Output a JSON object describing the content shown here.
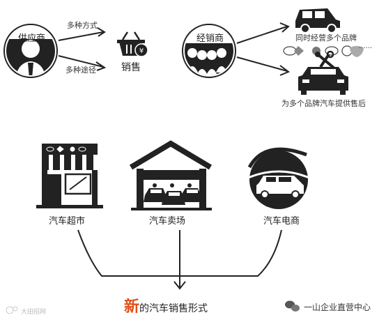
{
  "supplier": {
    "label": "供应商",
    "arrow_top_label": "多种方式",
    "arrow_bottom_label": "多种途径",
    "sales_label": "销售"
  },
  "dealer": {
    "label": "经销商",
    "brands_label": "同时经营多个品牌",
    "after_sales_label": "为多个品牌汽车提供售后",
    "ellipsis": "······"
  },
  "channels": [
    {
      "label": "汽车超市"
    },
    {
      "label": "汽车卖场"
    },
    {
      "label": "汽车电商"
    }
  ],
  "footer": {
    "highlight": "新",
    "rest": "的汽车销售形式",
    "highlight_color": "#e0501b"
  },
  "watermarks": {
    "left": "大田招网",
    "right": "一山企业直营中心"
  },
  "colors": {
    "ink": "#222222",
    "accent": "#e0501b"
  }
}
